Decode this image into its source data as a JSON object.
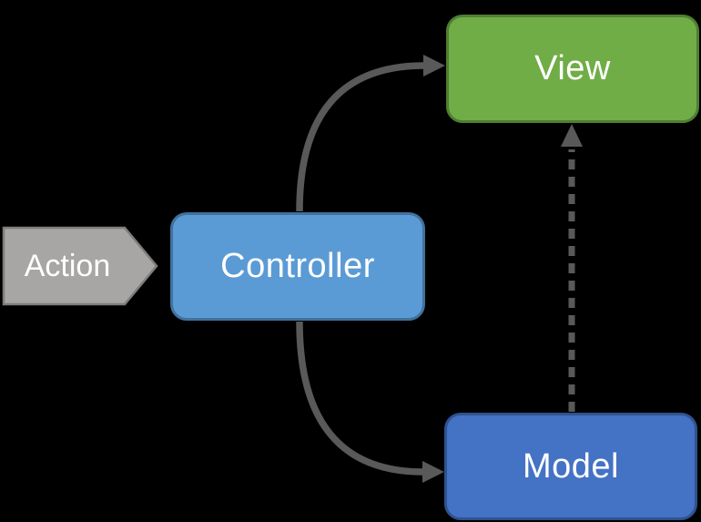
{
  "diagram": {
    "title": "MVC diagram",
    "background": "#000000",
    "nodes": {
      "action": {
        "label": "Action",
        "shape": "chevron-right",
        "fill": "#A8A5A5",
        "border": "#7F7C7C",
        "text_color": "#FFFFFF"
      },
      "controller": {
        "label": "Controller",
        "shape": "rounded-rectangle",
        "fill": "#5B9BD5",
        "border": "#41719C",
        "text_color": "#FFFFFF"
      },
      "view": {
        "label": "View",
        "shape": "rounded-rectangle",
        "fill": "#70AD47",
        "border": "#507E32",
        "text_color": "#FFFFFF"
      },
      "model": {
        "label": "Model",
        "shape": "rounded-rectangle",
        "fill": "#4472C4",
        "border": "#2F528F",
        "text_color": "#FFFFFF"
      }
    },
    "edges": [
      {
        "name": "controller-to-view",
        "from": "controller",
        "to": "view",
        "style": "solid-curved",
        "color": "#595959"
      },
      {
        "name": "controller-to-model",
        "from": "controller",
        "to": "model",
        "style": "solid-curved",
        "color": "#595959"
      },
      {
        "name": "model-to-view",
        "from": "model",
        "to": "view",
        "style": "dashed-straight",
        "color": "#595959"
      }
    ]
  }
}
